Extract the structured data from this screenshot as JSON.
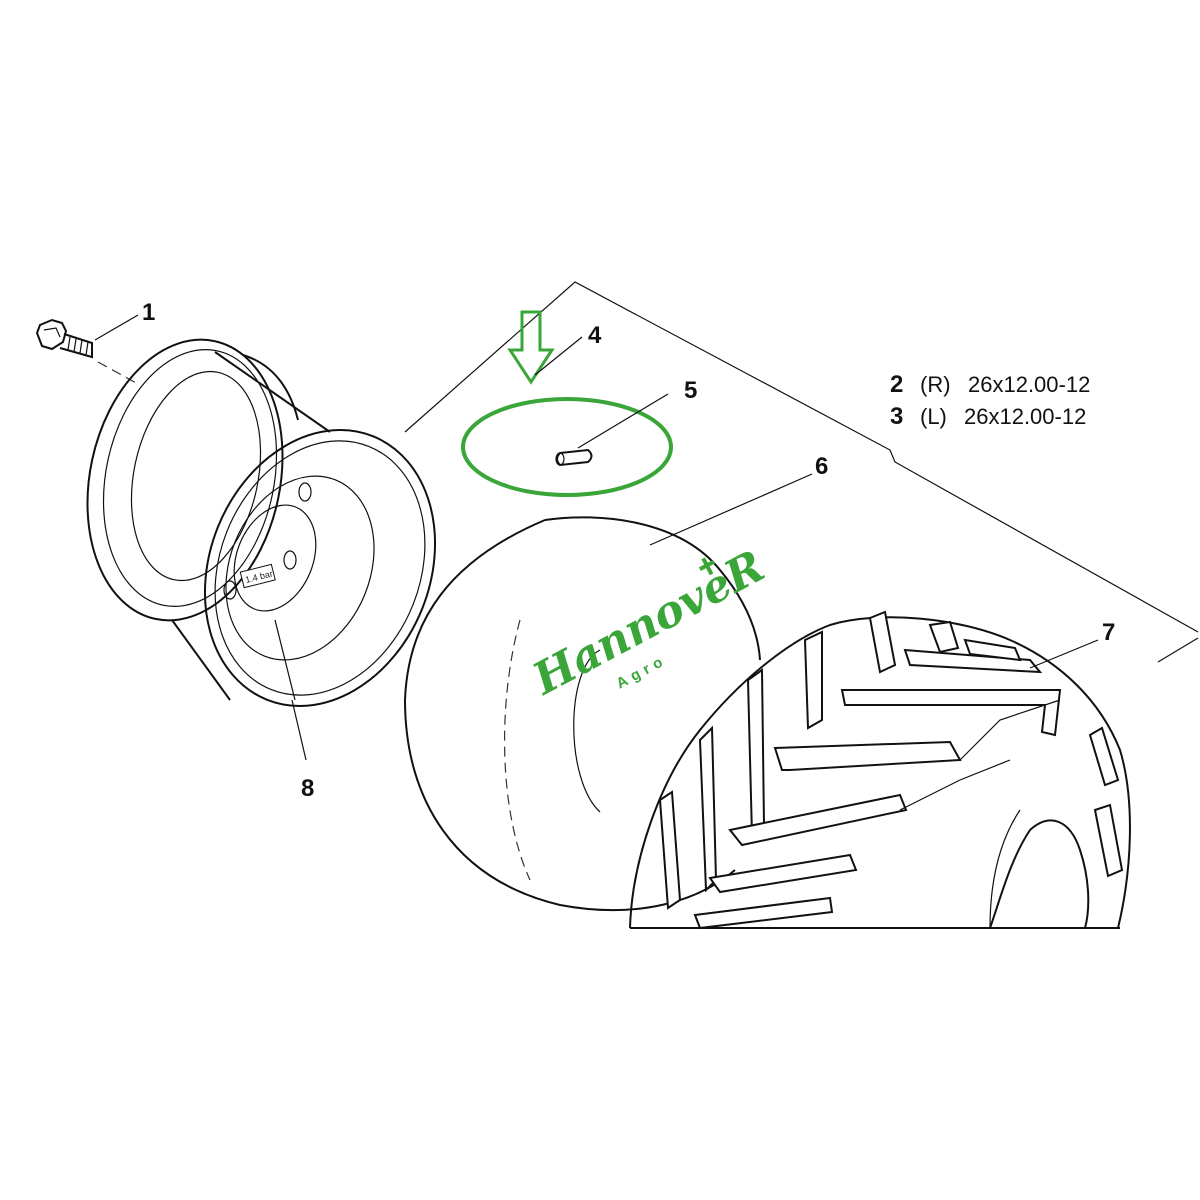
{
  "callouts": {
    "bolt": "1",
    "tube_assembly": "4",
    "valve": "5",
    "tube": "6",
    "tire": "7",
    "rim": "8"
  },
  "specs": [
    {
      "num": "2",
      "side": "(R)",
      "size": "26x12.00-12"
    },
    {
      "num": "3",
      "side": "(L)",
      "size": "26x12.00-12"
    }
  ],
  "rim_label": "1.4 bar",
  "logo": {
    "main": "HannoveR",
    "sub": "Agro"
  },
  "colors": {
    "highlight": "#3aa63a",
    "line": "#111111"
  },
  "highlight_arrow": "down-arrow-icon"
}
